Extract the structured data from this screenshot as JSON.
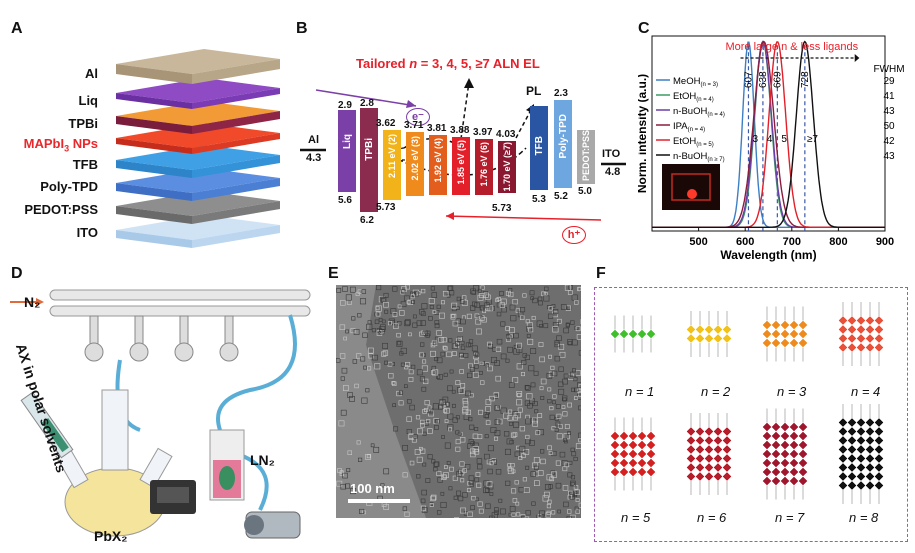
{
  "panels": {
    "A": "A",
    "B": "B",
    "C": "C",
    "D": "D",
    "E": "E",
    "F": "F"
  },
  "panelA": {
    "layers": [
      "Al",
      "Liq",
      "TPBi",
      "MAPbI3 NPs",
      "TFB",
      "Poly-TPD",
      "PEDOT:PSS",
      "ITO"
    ],
    "highlight": "MAPbI3 NPs",
    "highlight_color": "#e8282c"
  },
  "panelB": {
    "title": "Tailored n = 3, 4, 5, ≥7 ALN EL",
    "title_n": "n",
    "title_prefix": "Tailored ",
    "title_suffix": " = 3, 4, 5, ≥7 ALN EL",
    "electron": "e⁻",
    "hole": "h⁺",
    "PL": "PL",
    "al_label": "Al",
    "al_value": "4.3",
    "ito_label": "ITO",
    "ito_value": "4.8",
    "bars": [
      {
        "name": "Liq",
        "top": "2.9",
        "bottom": "5.6",
        "color": "#7b3fa8"
      },
      {
        "name": "TPBi",
        "top": "2.8",
        "bottom": "6.2",
        "color": "#8b2b4e"
      },
      {
        "name": "2.11 eV (2)",
        "top": "3.62",
        "bottom": "5.73",
        "color": "#f2b31a"
      },
      {
        "name": "2.02 eV (3)",
        "top": "3.71",
        "bottom": "",
        "color": "#ef8a1d"
      },
      {
        "name": "1.92 eV (4)",
        "top": "3.81",
        "bottom": "",
        "color": "#e35d1c"
      },
      {
        "name": "1.85 eV (5)",
        "top": "3.88",
        "bottom": "",
        "color": "#e3202a"
      },
      {
        "name": "1.76 eV (6)",
        "top": "3.97",
        "bottom": "",
        "color": "#b51d2a"
      },
      {
        "name": "1.70 eV (≥7)",
        "top": "4.03",
        "bottom": "5.73",
        "color": "#8a1730"
      },
      {
        "name": "TFB",
        "top": "",
        "bottom": "5.3",
        "color": "#2a55a3"
      },
      {
        "name": "Poly-TPD",
        "top": "2.3",
        "bottom": "5.2",
        "color": "#6ea6e0"
      },
      {
        "name": "PEDOT:PSS",
        "top": "",
        "bottom": "5.0",
        "color": "#a9a9a9"
      }
    ]
  },
  "panelC": {
    "arrow_text": "More large n & less ligands",
    "fwhm_title": "FWHM",
    "legend": [
      {
        "label": "MeOH",
        "sub": "(n = 3)",
        "color": "#3c7fc4",
        "fwhm": "29"
      },
      {
        "label": "EtOH",
        "sub": "(n = 4)",
        "color": "#3a9a62",
        "fwhm": "41"
      },
      {
        "label": "n-BuOH",
        "sub": "(n = 4)",
        "color": "#6a3ea8",
        "fwhm": "43"
      },
      {
        "label": "IPA",
        "sub": "(n = 4)",
        "color": "#8a1c3c",
        "fwhm": "50"
      },
      {
        "label": "EtOH",
        "sub": "(n = 5)",
        "color": "#e3202a",
        "fwhm": "42"
      },
      {
        "label": "n-BuOH",
        "sub": "(n ≥ 7)",
        "color": "#111111",
        "fwhm": "43"
      }
    ],
    "peak_labels": [
      "607",
      "638",
      "669",
      "728"
    ],
    "n_labels": [
      "3",
      "4",
      "5",
      "≥7"
    ],
    "xlabel": "Wavelength (nm)",
    "ylabel": "Norm. intensity (a.u.)",
    "xticks": [
      "500",
      "600",
      "700",
      "800",
      "900"
    ]
  },
  "chart_data": {
    "type": "line",
    "xlabel": "Wavelength (nm)",
    "ylabel": "Norm. intensity (a.u.)",
    "xlim": [
      400,
      900
    ],
    "ylim": [
      0,
      1.05
    ],
    "series": [
      {
        "name": "MeOH (n = 3)",
        "peak": 607,
        "fwhm": 29,
        "color": "#3c7fc4"
      },
      {
        "name": "EtOH (n = 4)",
        "peak": 638,
        "fwhm": 41,
        "color": "#3a9a62"
      },
      {
        "name": "n-BuOH (n = 4)",
        "peak": 638,
        "fwhm": 43,
        "color": "#6a3ea8"
      },
      {
        "name": "IPA (n = 4)",
        "peak": 640,
        "fwhm": 50,
        "color": "#8a1c3c"
      },
      {
        "name": "EtOH (n = 5)",
        "peak": 669,
        "fwhm": 42,
        "color": "#e3202a"
      },
      {
        "name": "n-BuOH (n ≥ 7)",
        "peak": 728,
        "fwhm": 43,
        "color": "#111111"
      }
    ]
  },
  "panelD": {
    "n2": "N₂",
    "ax": "AX in polar solvents",
    "ln2": "LN₂",
    "pbx2": "PbX₂"
  },
  "panelE": {
    "scale": "100 nm"
  },
  "panelF": {
    "labels": [
      "n = 1",
      "n = 2",
      "n = 3",
      "n = 4",
      "n = 5",
      "n = 6",
      "n = 7",
      "n = 8"
    ],
    "colors": [
      "#3fbf2a",
      "#f2c21a",
      "#ef8a1d",
      "#e8503a",
      "#d42020",
      "#b51d2a",
      "#a0172d",
      "#111111"
    ]
  }
}
